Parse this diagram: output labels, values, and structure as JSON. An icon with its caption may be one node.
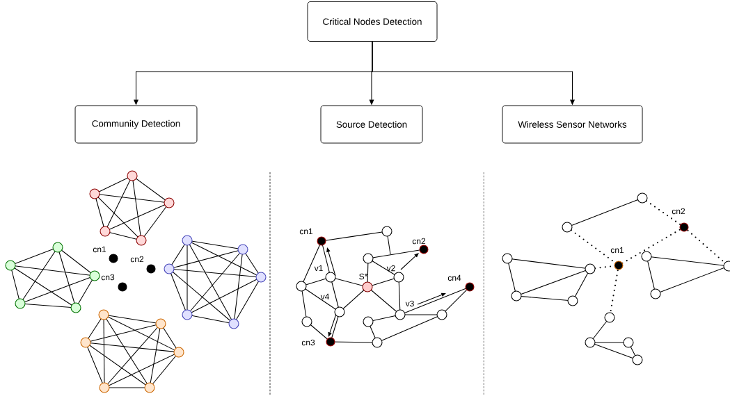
{
  "diagram": {
    "nodes": [
      {
        "text": [
          "Critical Nodes Detection"
        ]
      },
      {
        "text": [
          "Community Detection"
        ]
      },
      {
        "text": [
          "Source Detection"
        ]
      },
      {
        "text": [
          "Wireless Sensor Networks"
        ]
      }
    ],
    "edges": [
      {
        "from": 0,
        "to": 1,
        "arrow": "to"
      },
      {
        "from": 0,
        "to": 2,
        "arrow": "to"
      },
      {
        "from": 0,
        "to": 3,
        "arrow": "to"
      }
    ],
    "labels": [
      "cn1",
      "cn2",
      "cn3",
      "cn1",
      "cn2",
      "v1",
      "v2",
      "S*",
      "cn4",
      "v4",
      "v3",
      "cn3",
      "cn2",
      "cn1"
    ]
  }
}
